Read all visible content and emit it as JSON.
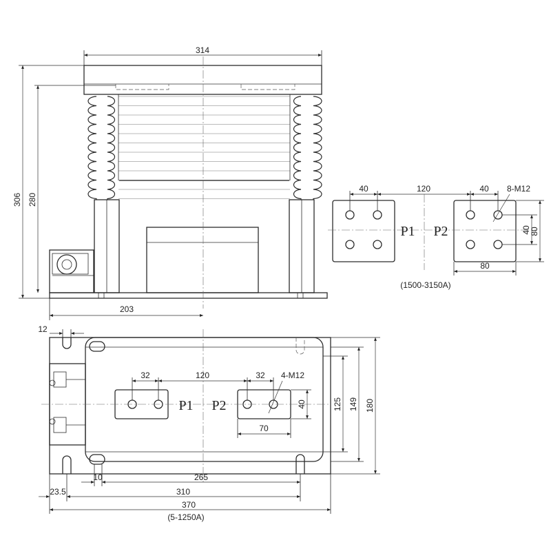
{
  "elevation": {
    "dim_top_width": "314",
    "dim_overall_height": "306",
    "dim_inner_height": "280",
    "dim_base_offset": "203"
  },
  "terminal_large": {
    "dim_left_spacing": "40",
    "dim_center_gap": "120",
    "dim_right_spacing": "40",
    "bolt_note": "8-M12",
    "dim_hole_vertical": "40",
    "dim_plate_height": "80",
    "dim_plate_width": "80",
    "label_p1": "P1",
    "label_p2": "P2",
    "rating": "(1500-3150A)"
  },
  "plan": {
    "dim_slot_width": "12",
    "dim_left_spacing": "32",
    "dim_center_gap": "120",
    "dim_right_spacing": "32",
    "bolt_note": "4-M12",
    "dim_hole_vertical": "40",
    "dim_hole_span": "70",
    "dim_mount_125": "125",
    "dim_mount_149": "149",
    "dim_total_180": "180",
    "dim_slot_10": "10",
    "dim_mount_265": "265",
    "dim_edge_23_5": "23.5",
    "dim_mount_310": "310",
    "dim_total_370": "370",
    "label_p1": "P1",
    "label_p2": "P2",
    "rating": "(5-1250A)"
  }
}
